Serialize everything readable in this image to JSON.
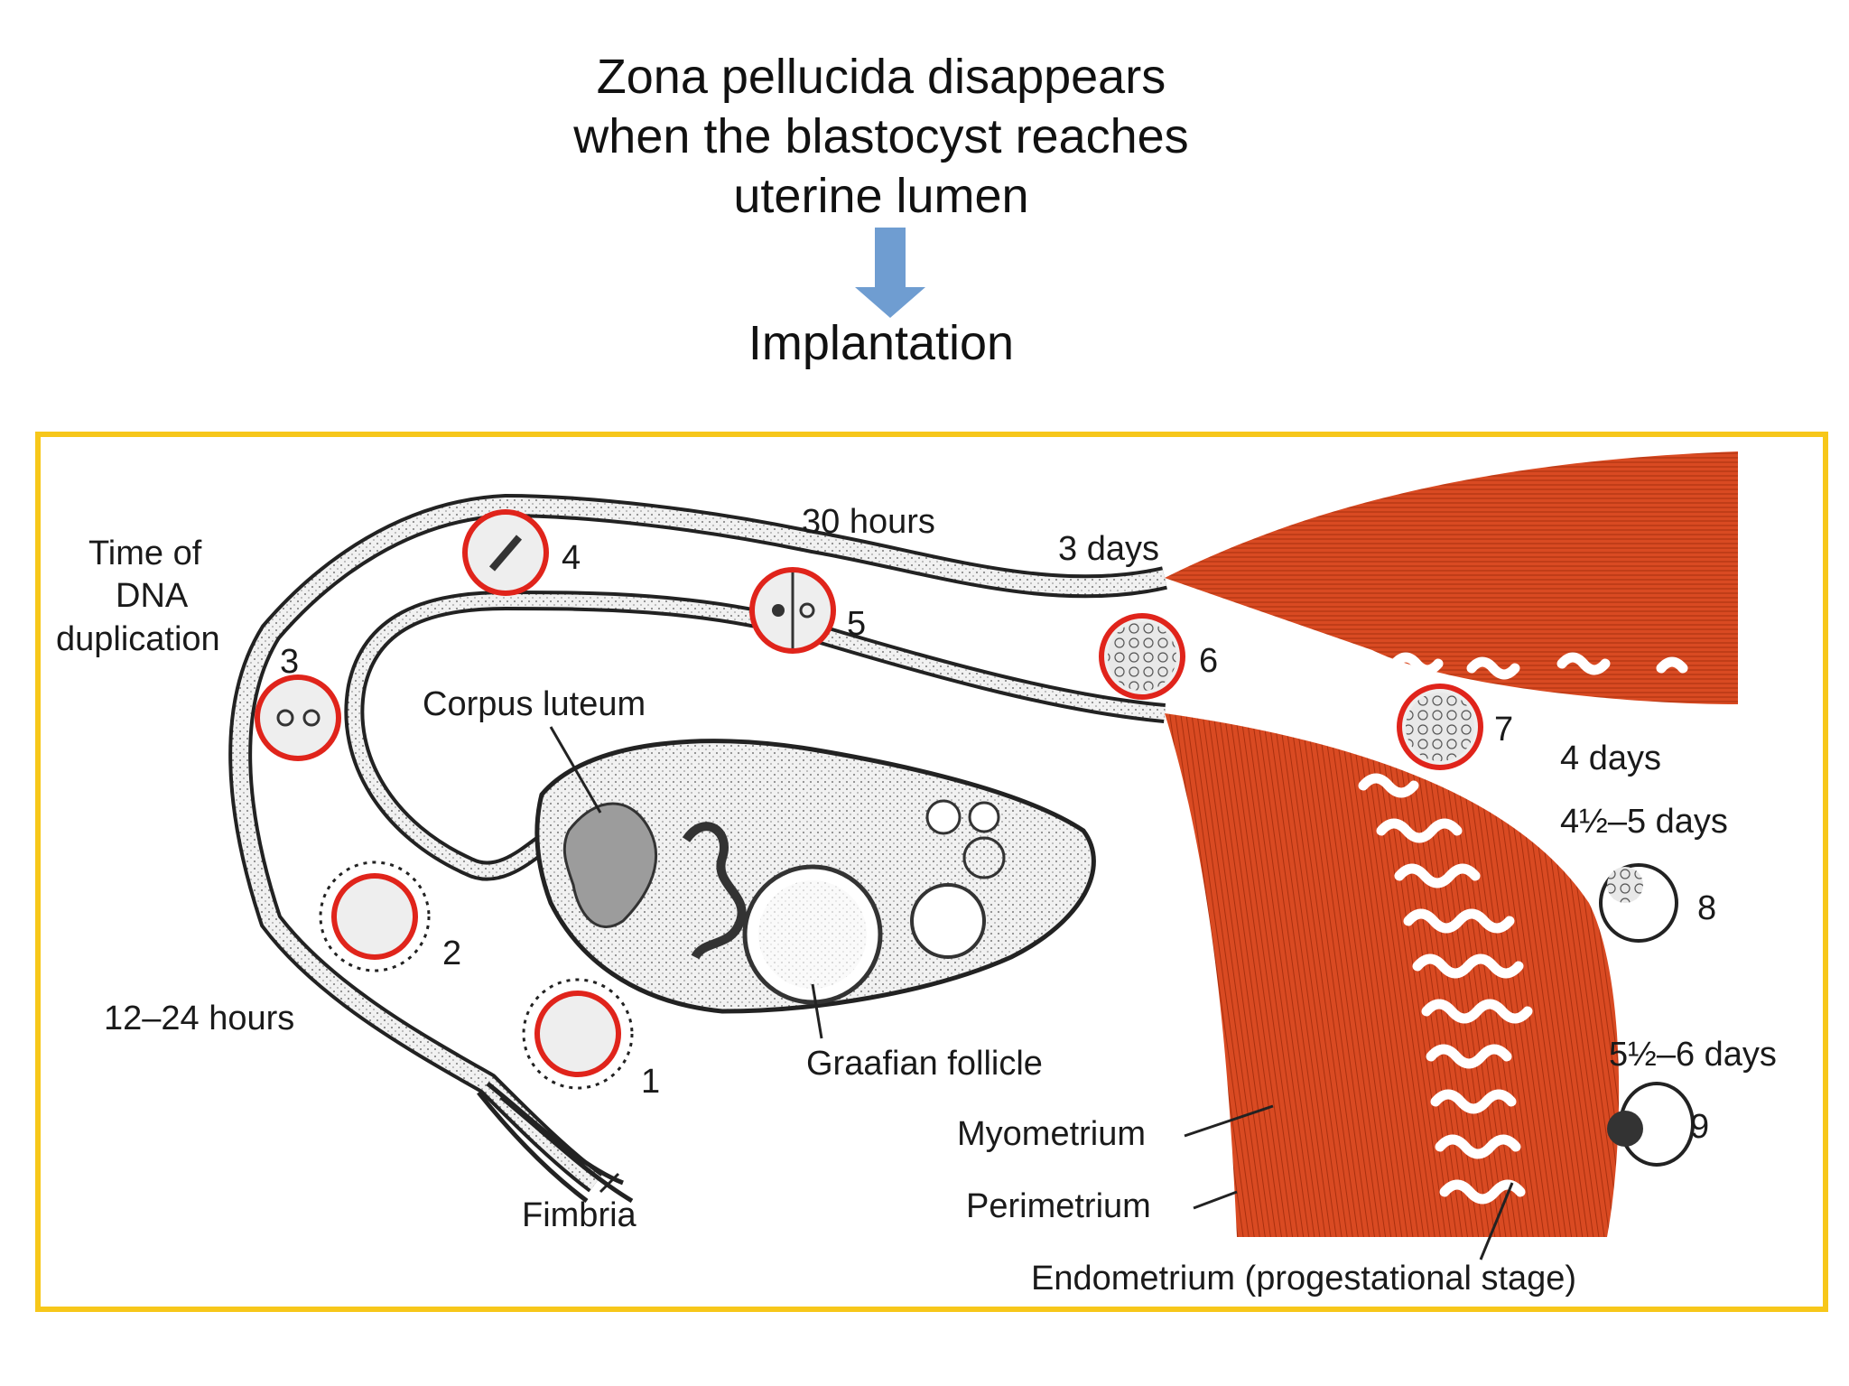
{
  "heading": {
    "line1": "Zona pellucida disappears",
    "line2": "when the blastocyst reaches",
    "line3": "uterine lumen"
  },
  "arrow_icon": "down-arrow-icon",
  "result": "Implantation",
  "colors": {
    "frame": "#f7c71a",
    "arrow": "#6f9dd1",
    "uterus": "#d94a22",
    "highlight_ring": "#e0241b"
  },
  "diagram": {
    "labels": {
      "time_dna_1": "Time of",
      "time_dna_2": "DNA",
      "time_dna_3": "duplication",
      "hours_12_24": "12–24 hours",
      "hours_30": "30 hours",
      "days_3": "3 days",
      "days_4": "4 days",
      "days_4_5": "4½–5 days",
      "days_5_6": "5½–6 days",
      "corpus_luteum": "Corpus luteum",
      "graafian": "Graafian follicle",
      "fimbria": "Fimbria",
      "myometrium": "Myometrium",
      "perimetrium": "Perimetrium",
      "endometrium": "Endometrium (progestational stage)"
    },
    "stages": [
      "1",
      "2",
      "3",
      "4",
      "5",
      "6",
      "7",
      "8",
      "9"
    ]
  }
}
